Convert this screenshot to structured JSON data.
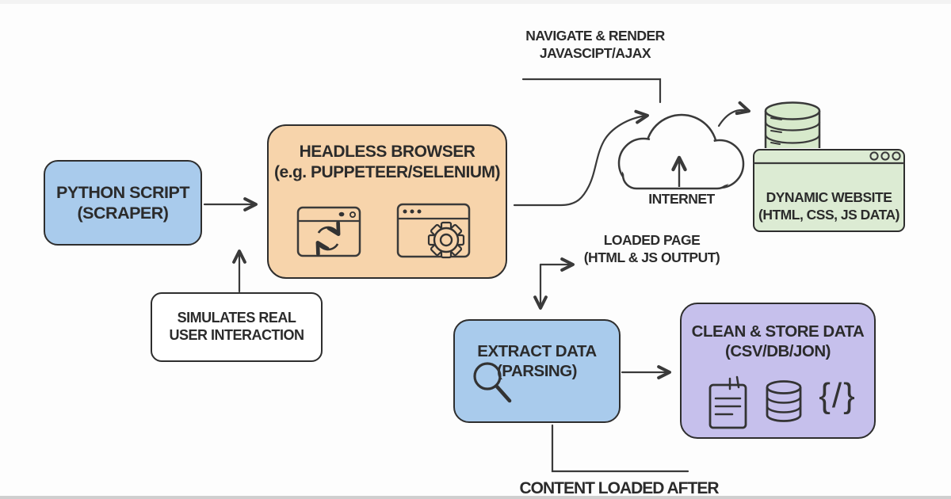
{
  "diagram_title": "Web scraping with a headless browser flow",
  "background": "#fdfdfd",
  "stroke_color": "#3a3a3a",
  "text_color": "#2b2b2b",
  "nodes": {
    "python_script": {
      "title": "PYTHON SCRIPT",
      "subtitle": "(SCRAPER)",
      "fill": "#a9cbec"
    },
    "headless_browser": {
      "title": "HEADLESS BROWSER",
      "subtitle": "(e.g. PUPPETEER/SELENIUM)",
      "fill": "#f7d4ab"
    },
    "simulates_real": {
      "title": "SIMULATES REAL",
      "subtitle": "USER INTERACTION",
      "fill": "#ffffff"
    },
    "internet": {
      "label": "INTERNET"
    },
    "dynamic_website": {
      "title": "DYNAMIC WEBSITE",
      "subtitle": "(HTML, CSS, JS DATA)",
      "fill": "#dcebd3"
    },
    "extract_data": {
      "title": "EXTRACT DATA",
      "subtitle": "(PARSING)",
      "fill": "#a9cbec"
    },
    "clean_store": {
      "title": "CLEAN & STORE DATA",
      "subtitle": "(CSV/DB/JON)",
      "fill": "#c6c0ec",
      "code_glyph": "{/}"
    }
  },
  "labels": {
    "navigate_render": {
      "line1": "NAVIGATE & RENDER",
      "line2": "JAVASCIPT/AJAX"
    },
    "loaded_page": {
      "line1": "LOADED PAGE",
      "line2": "(HTML & JS OUTPUT)"
    },
    "content_loaded": {
      "line1": "CONTENT LOADED AFTER"
    }
  }
}
